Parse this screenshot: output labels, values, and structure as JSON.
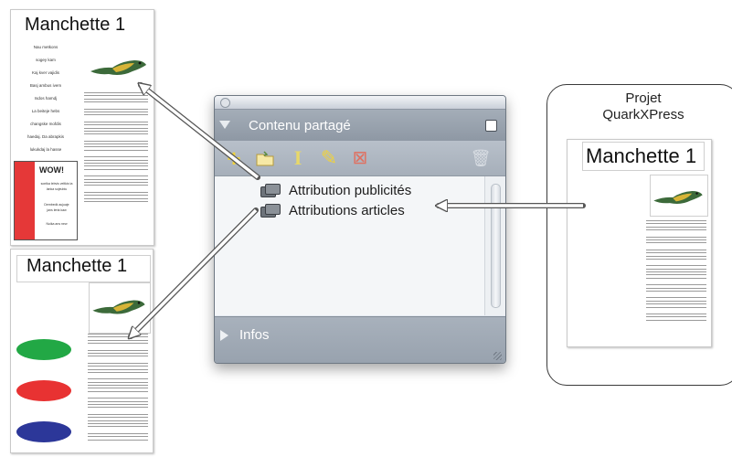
{
  "documents": {
    "top_left": {
      "title": "Manchette 1",
      "ad_column": [
        "Nau metkons",
        "sogey kam",
        "Kaj kver vajidis",
        "Basj ambus ivem",
        "Isdos hamdj",
        "La beiteje hebs",
        "changske mofdis",
        "haedaj. Da abrapkis",
        "lukukdaj la hasse"
      ],
      "promo": {
        "headline": "WOW!",
        "lines": [
          "sontka lebvis veltkis ta",
          "lanka sojeubiu",
          "Dembedk aujuaje",
          "jans lerta kaw",
          "Nuika ans new"
        ]
      }
    },
    "bottom_left": {
      "title": "Manchette 1",
      "ellipse_colors": [
        "#22a845",
        "#e83232",
        "#2c3799"
      ]
    },
    "project_doc": {
      "title": "Manchette 1"
    }
  },
  "palette": {
    "title": "Contenu partagé",
    "toolbar": [
      {
        "icon": "add-icon",
        "glyph": "+",
        "color": "#f0d23c"
      },
      {
        "icon": "folder-icon",
        "glyph": "",
        "color": "#f6e9a6"
      },
      {
        "icon": "text-icon",
        "glyph": "I",
        "color": "#e8d868"
      },
      {
        "icon": "pencil-icon",
        "glyph": "✎",
        "color": "#f0d23c"
      },
      {
        "icon": "unlink-icon",
        "glyph": "⊠",
        "color": "#e07060"
      },
      {
        "icon": "trash-icon",
        "glyph": "🗑",
        "color": "#d8dde3"
      }
    ],
    "items": [
      {
        "label": "Attribution publicités"
      },
      {
        "label": "Attributions articles"
      }
    ],
    "infos_label": "Infos"
  },
  "project": {
    "title_line1": "Projet",
    "title_line2": "QuarkXPress"
  }
}
